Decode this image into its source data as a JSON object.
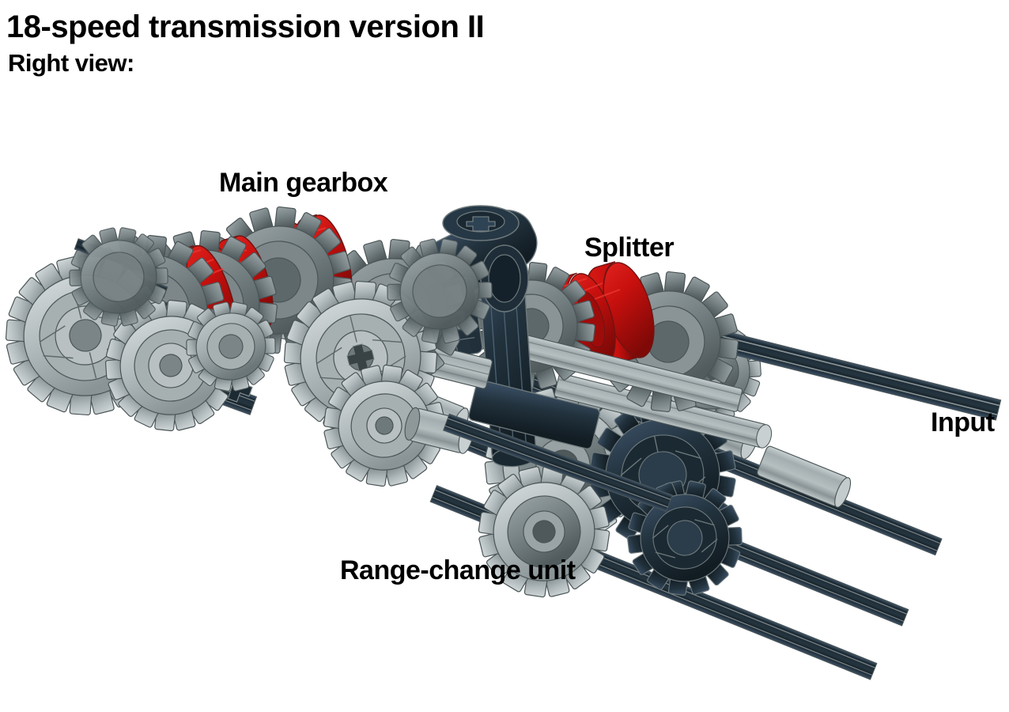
{
  "document": {
    "title": "18-speed transmission version II",
    "subtitle": "Right view:",
    "background_color": "#ffffff"
  },
  "labels": {
    "main_gearbox": "Main gearbox",
    "splitter": "Splitter",
    "range_change": "Range-change unit",
    "input": "Input"
  },
  "palette": {
    "red": "#C8100E",
    "red_dark": "#8E0B09",
    "red_light": "#E0201C",
    "gray_light": "#B3BCBD",
    "gray_mid": "#98A2A4",
    "gray_dark": "#6E797B",
    "gray_shadow": "#566062",
    "outline": "#4A5456",
    "navy": "#22323D",
    "navy_dark": "#16232B",
    "navy_light": "#34485A",
    "text": "#000000"
  },
  "diagram": {
    "type": "lego-technic-cad-render",
    "view": "right",
    "subject": "18-speed transmission version II",
    "assemblies": [
      {
        "name": "Main gearbox",
        "position": "upper-left",
        "accent": "red driving rings"
      },
      {
        "name": "Splitter",
        "position": "upper-right",
        "accent": "red driving rings"
      },
      {
        "name": "Range-change unit",
        "position": "lower-right",
        "accent": "gray and navy gears"
      },
      {
        "name": "Input",
        "position": "far-right",
        "accent": "navy axle"
      }
    ]
  }
}
